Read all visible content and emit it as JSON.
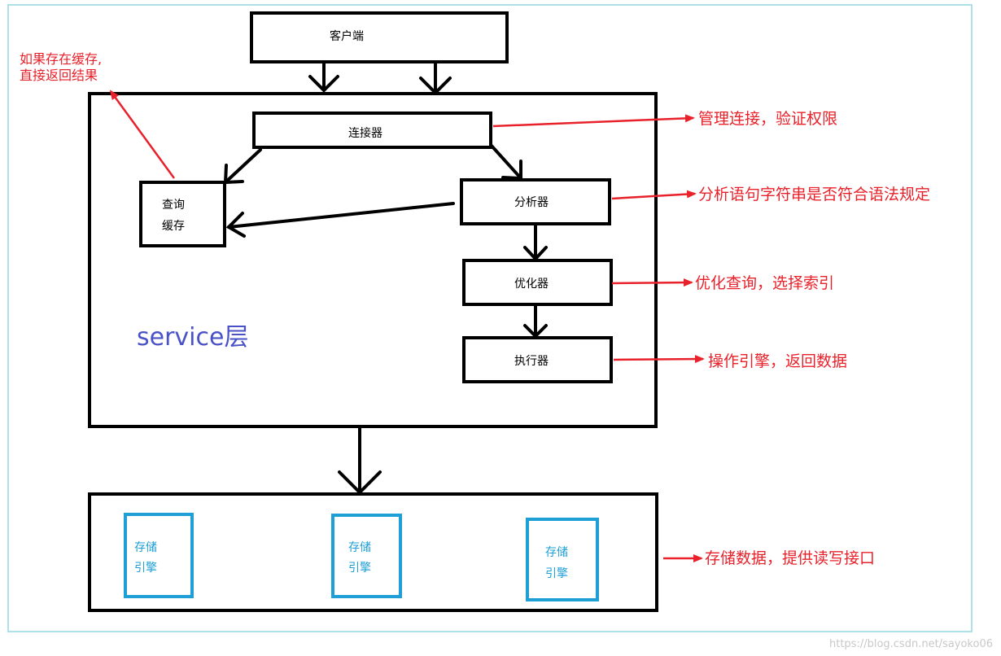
{
  "client": {
    "label": "客户端"
  },
  "service": {
    "layer_label": "service层",
    "connector": "连接器",
    "cache_line1": "查询",
    "cache_line2": "缓存",
    "analyzer": "分析器",
    "optimizer": "优化器",
    "executor": "执行器"
  },
  "storage": {
    "engines": [
      {
        "line1": "存储",
        "line2": "引擎"
      },
      {
        "line1": "存储",
        "line2": "引擎"
      },
      {
        "line1": "存储",
        "line2": "引擎"
      }
    ]
  },
  "notes": {
    "cache_line1": "如果存在缓存,",
    "cache_line2": "直接返回结果",
    "connector": "管理连接，验证权限",
    "analyzer": "分析语句字符串是否符合语法规定",
    "optimizer": "优化查询，选择索引",
    "executor": "操作引擎，返回数据",
    "storage": "存储数据，提供读写接口"
  },
  "watermark": "https://blog.csdn.net/sayoko06",
  "colors": {
    "frame": "#aee0e8",
    "box": "#000000",
    "engine": "#1e9fd6",
    "note": "#e8212a",
    "layer": "#4a52c8"
  }
}
